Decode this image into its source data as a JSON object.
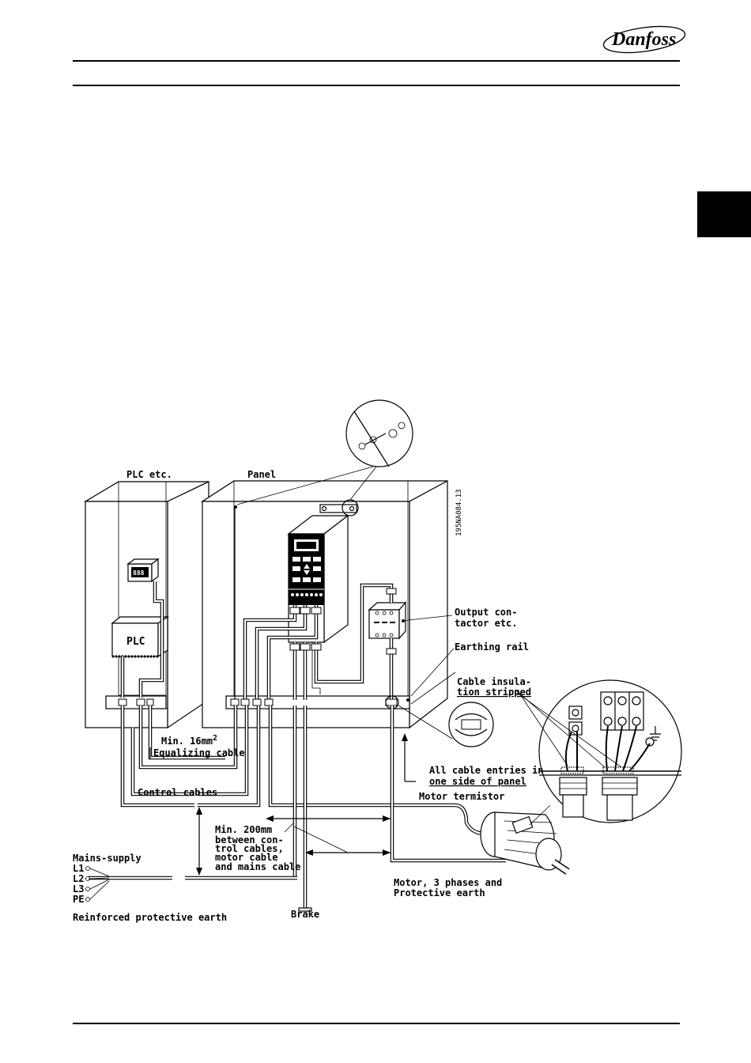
{
  "header": {
    "brand": "Danfoss"
  },
  "diagram": {
    "figure_code": "195NA084.13",
    "labels": {
      "plc_etc": "PLC etc.",
      "panel": "Panel",
      "plc_box": "PLC",
      "output_contactor_1": "Output con-",
      "output_contactor_2": "tactor etc.",
      "earthing_rail": "Earthing rail",
      "cable_insulation_1": "Cable insula-",
      "cable_insulation_2": "tion stripped",
      "min_16mm": "Min. 16mm",
      "min_16mm_sup": "2",
      "equalizing_cable": "Equalizing cable",
      "all_entries_1": "All cable entries in",
      "all_entries_2": "one side of panel",
      "control_cables": "Control cables",
      "motor_termistor": "Motor termistor",
      "min_200_1": "Min. 200mm",
      "min_200_2": "between con-",
      "min_200_3": "trol cables,",
      "min_200_4": "motor cable",
      "min_200_5": "and mains cable",
      "mains_supply": "Mains-supply",
      "l1": "L1",
      "l2": "L2",
      "l3": "L3",
      "pe": "PE",
      "reinforced_earth": "Reinforced protective earth",
      "motor_1": "Motor, 3 phases and",
      "motor_2": "Protective earth",
      "brake": "Brake"
    }
  }
}
